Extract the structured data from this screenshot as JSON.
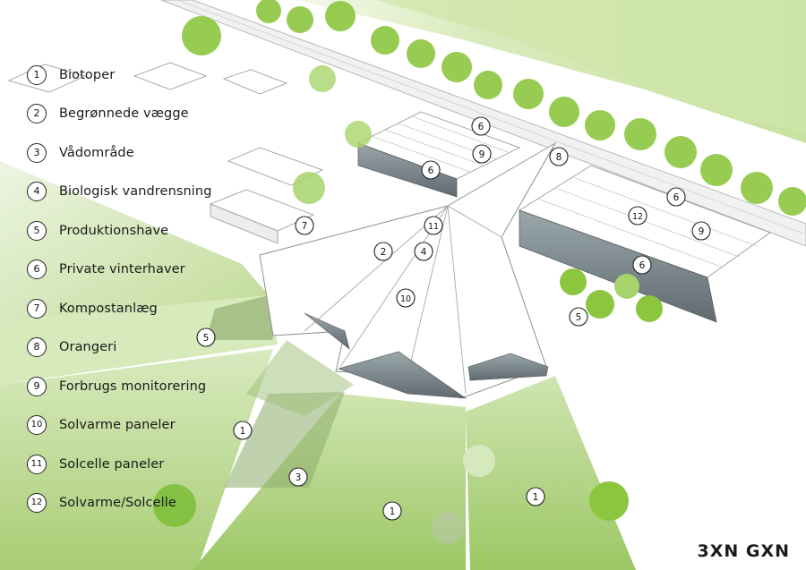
{
  "legend": [
    {
      "num": "1",
      "label": "Biotoper"
    },
    {
      "num": "2",
      "label": "Begrønnede vægge"
    },
    {
      "num": "3",
      "label": "Vådområde"
    },
    {
      "num": "4",
      "label": "Biologisk vandrensning"
    },
    {
      "num": "5",
      "label": "Produktionshave"
    },
    {
      "num": "6",
      "label": "Private vinterhaver"
    },
    {
      "num": "7",
      "label": "Kompostanlæg"
    },
    {
      "num": "8",
      "label": "Orangeri"
    },
    {
      "num": "9",
      "label": "Forbrugs monitorering"
    },
    {
      "num": "10",
      "label": "Solvarme paneler"
    },
    {
      "num": "11",
      "label": "Solcelle paneler"
    },
    {
      "num": "12",
      "label": "Solvarme/Solcelle"
    }
  ],
  "markers": [
    "6",
    "9",
    "6",
    "8",
    "11",
    "2",
    "4",
    "10",
    "7",
    "12",
    "9",
    "6",
    "6",
    "5",
    "5",
    "1",
    "3",
    "1",
    "1"
  ],
  "brand": "3XN GXN",
  "colors": {
    "field": "#b9d98a",
    "tree": "#8cc63f",
    "forest": "#a3cf63",
    "building": "#ffffff",
    "glass": "#7d8a8f"
  }
}
